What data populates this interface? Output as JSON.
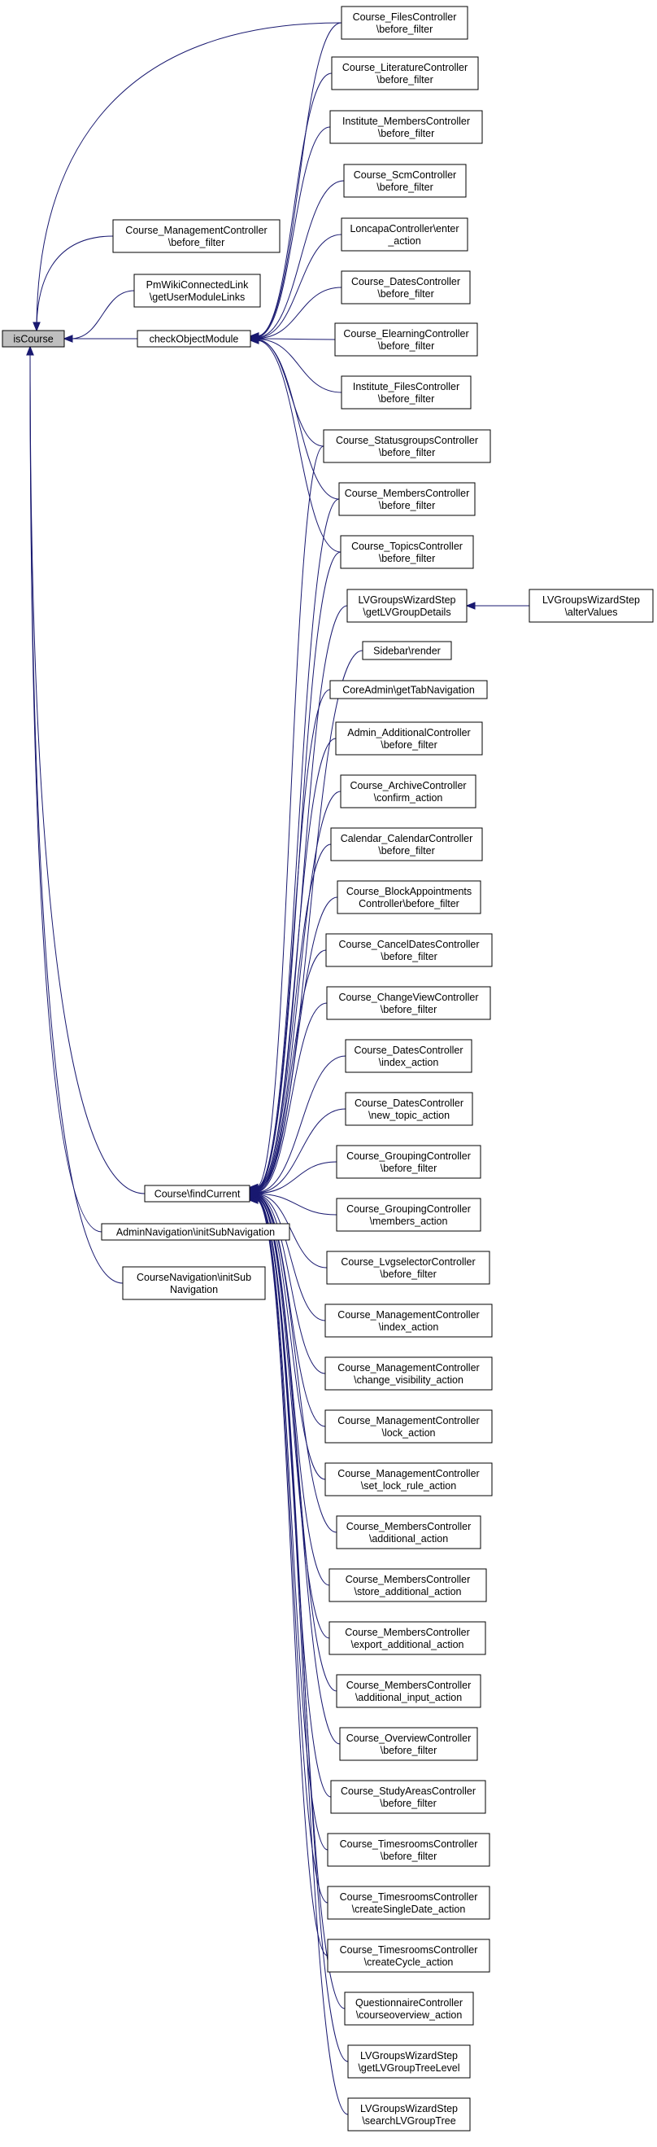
{
  "nodes": [
    {
      "id": "isCourse",
      "lines": [
        "isCourse"
      ],
      "root": true
    },
    {
      "id": "mgmt_before",
      "lines": [
        "Course_ManagementController",
        "\\before_filter"
      ]
    },
    {
      "id": "pmwiki",
      "lines": [
        "PmWikiConnectedLink",
        "\\getUserModuleLinks"
      ]
    },
    {
      "id": "checkObj",
      "lines": [
        "checkObjectModule"
      ]
    },
    {
      "id": "findCurrent",
      "lines": [
        "Course\\findCurrent"
      ]
    },
    {
      "id": "adminNav",
      "lines": [
        "AdminNavigation\\initSubNavigation"
      ]
    },
    {
      "id": "courseNav",
      "lines": [
        "CourseNavigation\\initSub",
        "Navigation"
      ]
    },
    {
      "id": "files",
      "lines": [
        "Course_FilesController",
        "\\before_filter"
      ]
    },
    {
      "id": "literature",
      "lines": [
        "Course_LiteratureController",
        "\\before_filter"
      ]
    },
    {
      "id": "instMembers",
      "lines": [
        "Institute_MembersController",
        "\\before_filter"
      ]
    },
    {
      "id": "scm",
      "lines": [
        "Course_ScmController",
        "\\before_filter"
      ]
    },
    {
      "id": "loncapa",
      "lines": [
        "LoncapaController\\enter",
        "_action"
      ]
    },
    {
      "id": "dates",
      "lines": [
        "Course_DatesController",
        "\\before_filter"
      ]
    },
    {
      "id": "elearning",
      "lines": [
        "Course_ElearningController",
        "\\before_filter"
      ]
    },
    {
      "id": "instFiles",
      "lines": [
        "Institute_FilesController",
        "\\before_filter"
      ]
    },
    {
      "id": "statusgroups",
      "lines": [
        "Course_StatusgroupsController",
        "\\before_filter"
      ]
    },
    {
      "id": "members",
      "lines": [
        "Course_MembersController",
        "\\before_filter"
      ]
    },
    {
      "id": "topics",
      "lines": [
        "Course_TopicsController",
        "\\before_filter"
      ]
    },
    {
      "id": "lvDetails",
      "lines": [
        "LVGroupsWizardStep",
        "\\getLVGroupDetails"
      ]
    },
    {
      "id": "alterValues",
      "lines": [
        "LVGroupsWizardStep",
        "\\alterValues"
      ]
    },
    {
      "id": "sidebar",
      "lines": [
        "Sidebar\\render"
      ]
    },
    {
      "id": "coreAdmin",
      "lines": [
        "CoreAdmin\\getTabNavigation"
      ]
    },
    {
      "id": "adminAdditional",
      "lines": [
        "Admin_AdditionalController",
        "\\before_filter"
      ]
    },
    {
      "id": "archive",
      "lines": [
        "Course_ArchiveController",
        "\\confirm_action"
      ]
    },
    {
      "id": "calendar",
      "lines": [
        "Calendar_CalendarController",
        "\\before_filter"
      ]
    },
    {
      "id": "blockAppt",
      "lines": [
        "Course_BlockAppointments",
        "Controller\\before_filter"
      ]
    },
    {
      "id": "cancelDates",
      "lines": [
        "Course_CancelDatesController",
        "\\before_filter"
      ]
    },
    {
      "id": "changeView",
      "lines": [
        "Course_ChangeViewController",
        "\\before_filter"
      ]
    },
    {
      "id": "datesIndex",
      "lines": [
        "Course_DatesController",
        "\\index_action"
      ]
    },
    {
      "id": "datesNewTopic",
      "lines": [
        "Course_DatesController",
        "\\new_topic_action"
      ]
    },
    {
      "id": "groupingBefore",
      "lines": [
        "Course_GroupingController",
        "\\before_filter"
      ]
    },
    {
      "id": "groupingMembers",
      "lines": [
        "Course_GroupingController",
        "\\members_action"
      ]
    },
    {
      "id": "lvgselector",
      "lines": [
        "Course_LvgselectorController",
        "\\before_filter"
      ]
    },
    {
      "id": "mgmtIndex",
      "lines": [
        "Course_ManagementController",
        "\\index_action"
      ]
    },
    {
      "id": "mgmtVisibility",
      "lines": [
        "Course_ManagementController",
        "\\change_visibility_action"
      ]
    },
    {
      "id": "mgmtLock",
      "lines": [
        "Course_ManagementController",
        "\\lock_action"
      ]
    },
    {
      "id": "mgmtLockRule",
      "lines": [
        "Course_ManagementController",
        "\\set_lock_rule_action"
      ]
    },
    {
      "id": "membersAdditional",
      "lines": [
        "Course_MembersController",
        "\\additional_action"
      ]
    },
    {
      "id": "membersStoreAdd",
      "lines": [
        "Course_MembersController",
        "\\store_additional_action"
      ]
    },
    {
      "id": "membersExportAdd",
      "lines": [
        "Course_MembersController",
        "\\export_additional_action"
      ]
    },
    {
      "id": "membersAddInput",
      "lines": [
        "Course_MembersController",
        "\\additional_input_action"
      ]
    },
    {
      "id": "overview",
      "lines": [
        "Course_OverviewController",
        "\\before_filter"
      ]
    },
    {
      "id": "studyAreas",
      "lines": [
        "Course_StudyAreasController",
        "\\before_filter"
      ]
    },
    {
      "id": "timesroomsBefore",
      "lines": [
        "Course_TimesroomsController",
        "\\before_filter"
      ]
    },
    {
      "id": "timesroomsSingle",
      "lines": [
        "Course_TimesroomsController",
        "\\createSingleDate_action"
      ]
    },
    {
      "id": "timesroomsCycle",
      "lines": [
        "Course_TimesroomsController",
        "\\createCycle_action"
      ]
    },
    {
      "id": "questionnaire",
      "lines": [
        "QuestionnaireController",
        "\\courseoverview_action"
      ]
    },
    {
      "id": "lvTreeLevel",
      "lines": [
        "LVGroupsWizardStep",
        "\\getLVGroupTreeLevel"
      ]
    },
    {
      "id": "lvSearchTree",
      "lines": [
        "LVGroupsWizardStep",
        "\\searchLVGroupTree"
      ]
    }
  ],
  "edges": [
    [
      "files",
      "isCourse"
    ],
    [
      "mgmt_before",
      "isCourse"
    ],
    [
      "pmwiki",
      "isCourse"
    ],
    [
      "checkObj",
      "isCourse"
    ],
    [
      "findCurrent",
      "isCourse"
    ],
    [
      "adminNav",
      "isCourse"
    ],
    [
      "courseNav",
      "isCourse"
    ],
    [
      "files",
      "checkObj"
    ],
    [
      "literature",
      "checkObj"
    ],
    [
      "instMembers",
      "checkObj"
    ],
    [
      "scm",
      "checkObj"
    ],
    [
      "loncapa",
      "checkObj"
    ],
    [
      "dates",
      "checkObj"
    ],
    [
      "elearning",
      "checkObj"
    ],
    [
      "instFiles",
      "checkObj"
    ],
    [
      "statusgroups",
      "checkObj"
    ],
    [
      "members",
      "checkObj"
    ],
    [
      "topics",
      "checkObj"
    ],
    [
      "statusgroups",
      "findCurrent"
    ],
    [
      "members",
      "findCurrent"
    ],
    [
      "topics",
      "findCurrent"
    ],
    [
      "lvDetails",
      "findCurrent"
    ],
    [
      "sidebar",
      "findCurrent"
    ],
    [
      "coreAdmin",
      "findCurrent"
    ],
    [
      "adminAdditional",
      "findCurrent"
    ],
    [
      "archive",
      "findCurrent"
    ],
    [
      "calendar",
      "findCurrent"
    ],
    [
      "blockAppt",
      "findCurrent"
    ],
    [
      "cancelDates",
      "findCurrent"
    ],
    [
      "changeView",
      "findCurrent"
    ],
    [
      "datesIndex",
      "findCurrent"
    ],
    [
      "datesNewTopic",
      "findCurrent"
    ],
    [
      "groupingBefore",
      "findCurrent"
    ],
    [
      "groupingMembers",
      "findCurrent"
    ],
    [
      "lvgselector",
      "findCurrent"
    ],
    [
      "mgmtIndex",
      "findCurrent"
    ],
    [
      "mgmtVisibility",
      "findCurrent"
    ],
    [
      "mgmtLock",
      "findCurrent"
    ],
    [
      "mgmtLockRule",
      "findCurrent"
    ],
    [
      "membersAdditional",
      "findCurrent"
    ],
    [
      "membersStoreAdd",
      "findCurrent"
    ],
    [
      "membersExportAdd",
      "findCurrent"
    ],
    [
      "membersAddInput",
      "findCurrent"
    ],
    [
      "overview",
      "findCurrent"
    ],
    [
      "studyAreas",
      "findCurrent"
    ],
    [
      "timesroomsBefore",
      "findCurrent"
    ],
    [
      "timesroomsSingle",
      "findCurrent"
    ],
    [
      "timesroomsCycle",
      "findCurrent"
    ],
    [
      "questionnaire",
      "findCurrent"
    ],
    [
      "lvTreeLevel",
      "findCurrent"
    ],
    [
      "lvSearchTree",
      "findCurrent"
    ],
    [
      "alterValues",
      "lvDetails"
    ]
  ],
  "colors": {
    "edge": "#191970",
    "root_fill": "#bfbfbf"
  }
}
